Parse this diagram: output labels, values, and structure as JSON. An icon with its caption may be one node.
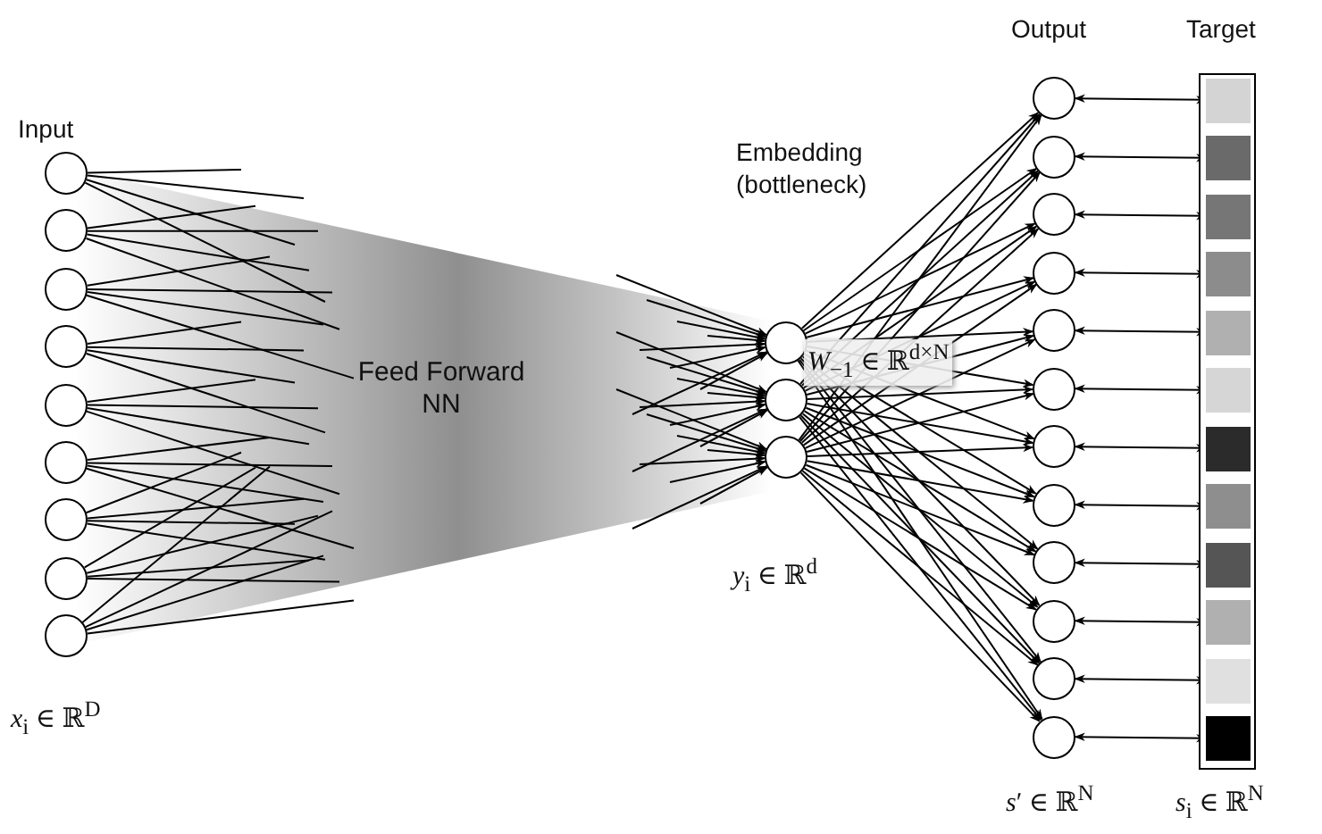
{
  "diagram": {
    "nodes": [
      {
        "text": [],
        "shape": "circle"
      },
      {
        "text": [],
        "shape": "circle"
      },
      {
        "text": [],
        "shape": "circle"
      },
      {
        "text": [],
        "shape": "circle"
      },
      {
        "text": [],
        "shape": "circle"
      },
      {
        "text": [],
        "shape": "circle"
      },
      {
        "text": [],
        "shape": "circle"
      },
      {
        "text": [],
        "shape": "circle"
      },
      {
        "text": [],
        "shape": "circle"
      },
      {
        "text": [
          "Feed Forward NN"
        ]
      },
      {
        "text": [],
        "shape": "circle"
      },
      {
        "text": [],
        "shape": "circle"
      },
      {
        "text": [],
        "shape": "circle"
      },
      {
        "text": [],
        "shape": "circle"
      },
      {
        "text": [],
        "shape": "circle"
      },
      {
        "text": [],
        "shape": "circle"
      },
      {
        "text": [],
        "shape": "circle"
      },
      {
        "text": [],
        "shape": "circle"
      },
      {
        "text": [],
        "shape": "circle"
      },
      {
        "text": [],
        "shape": "circle"
      },
      {
        "text": [],
        "shape": "circle"
      },
      {
        "text": [],
        "shape": "circle"
      },
      {
        "text": [],
        "shape": "circle"
      },
      {
        "text": [],
        "shape": "circle"
      },
      {
        "text": [],
        "shape": "circle"
      },
      {
        "text": [],
        "shape": "bar",
        "beside": [
          "*s*$_{i}$ ∈ ℝ$^{N}$"
        ]
      },
      {
        "text": [],
        "shape": "box",
        "in": 25
      },
      {
        "text": [],
        "shape": "box",
        "in": 25
      },
      {
        "text": [],
        "shape": "box",
        "in": 25
      },
      {
        "text": [],
        "shape": "box",
        "in": 25
      },
      {
        "text": [],
        "shape": "box",
        "in": 25
      },
      {
        "text": [],
        "shape": "box",
        "in": 25
      },
      {
        "text": [],
        "shape": "box",
        "in": 25
      },
      {
        "text": [],
        "shape": "box",
        "in": 25
      },
      {
        "text": [],
        "shape": "box",
        "in": 25
      },
      {
        "text": [],
        "shape": "box",
        "in": 25
      },
      {
        "text": [],
        "shape": "box",
        "in": 25
      },
      {
        "text": [],
        "shape": "box",
        "in": 25
      }
    ],
    "edges": [
      {
        "from": 0,
        "to": 9,
        "arrow": "none"
      },
      {
        "from": 0,
        "to": 9,
        "arrow": "none"
      },
      {
        "from": 0,
        "to": 9,
        "arrow": "none"
      },
      {
        "from": 0,
        "to": 9,
        "arrow": "none"
      },
      {
        "from": 1,
        "to": 9,
        "arrow": "none"
      },
      {
        "from": 1,
        "to": 9,
        "arrow": "none"
      },
      {
        "from": 1,
        "to": 9,
        "arrow": "none"
      },
      {
        "from": 1,
        "to": 9,
        "arrow": "none"
      },
      {
        "from": 2,
        "to": 9,
        "arrow": "none"
      },
      {
        "from": 2,
        "to": 9,
        "arrow": "none"
      },
      {
        "from": 2,
        "to": 9,
        "arrow": "none"
      },
      {
        "from": 2,
        "to": 9,
        "arrow": "none"
      },
      {
        "from": 3,
        "to": 9,
        "arrow": "none"
      },
      {
        "from": 3,
        "to": 9,
        "arrow": "none"
      },
      {
        "from": 3,
        "to": 9,
        "arrow": "none"
      },
      {
        "from": 3,
        "to": 9,
        "arrow": "none"
      },
      {
        "from": 4,
        "to": 9,
        "arrow": "none"
      },
      {
        "from": 4,
        "to": 9,
        "arrow": "none"
      },
      {
        "from": 4,
        "to": 9,
        "arrow": "none"
      },
      {
        "from": 4,
        "to": 9,
        "arrow": "none"
      },
      {
        "from": 5,
        "to": 9,
        "arrow": "none"
      },
      {
        "from": 5,
        "to": 9,
        "arrow": "none"
      },
      {
        "from": 5,
        "to": 9,
        "arrow": "none"
      },
      {
        "from": 5,
        "to": 9,
        "arrow": "none"
      },
      {
        "from": 6,
        "to": 9,
        "arrow": "none"
      },
      {
        "from": 6,
        "to": 9,
        "arrow": "none"
      },
      {
        "from": 6,
        "to": 9,
        "arrow": "none"
      },
      {
        "from": 6,
        "to": 9,
        "arrow": "none"
      },
      {
        "from": 7,
        "to": 9,
        "arrow": "none"
      },
      {
        "from": 7,
        "to": 9,
        "arrow": "none"
      },
      {
        "from": 7,
        "to": 9,
        "arrow": "none"
      },
      {
        "from": 7,
        "to": 9,
        "arrow": "none"
      },
      {
        "from": 8,
        "to": 9,
        "arrow": "none"
      },
      {
        "from": 8,
        "to": 9,
        "arrow": "none"
      },
      {
        "from": 8,
        "to": 9,
        "arrow": "none"
      },
      {
        "from": 8,
        "to": 9,
        "arrow": "none"
      },
      {
        "from": 9,
        "to": 10,
        "arrow": "to"
      },
      {
        "from": 9,
        "to": 10,
        "arrow": "to"
      },
      {
        "from": 9,
        "to": 10,
        "arrow": "to"
      },
      {
        "from": 9,
        "to": 10,
        "arrow": "to"
      },
      {
        "from": 9,
        "to": 10,
        "arrow": "to"
      },
      {
        "from": 9,
        "to": 10,
        "arrow": "to"
      },
      {
        "from": 9,
        "to": 10,
        "arrow": "to"
      },
      {
        "from": 9,
        "to": 10,
        "arrow": "to"
      },
      {
        "from": 9,
        "to": 11,
        "arrow": "to"
      },
      {
        "from": 9,
        "to": 11,
        "arrow": "to"
      },
      {
        "from": 9,
        "to": 11,
        "arrow": "to"
      },
      {
        "from": 9,
        "to": 11,
        "arrow": "to"
      },
      {
        "from": 9,
        "to": 11,
        "arrow": "to"
      },
      {
        "from": 9,
        "to": 11,
        "arrow": "to"
      },
      {
        "from": 9,
        "to": 11,
        "arrow": "to"
      },
      {
        "from": 9,
        "to": 11,
        "arrow": "to"
      },
      {
        "from": 9,
        "to": 12,
        "arrow": "to"
      },
      {
        "from": 9,
        "to": 12,
        "arrow": "to"
      },
      {
        "from": 9,
        "to": 12,
        "arrow": "to"
      },
      {
        "from": 9,
        "to": 12,
        "arrow": "to"
      },
      {
        "from": 9,
        "to": 12,
        "arrow": "to"
      },
      {
        "from": 9,
        "to": 12,
        "arrow": "to"
      },
      {
        "from": 9,
        "to": 12,
        "arrow": "to"
      },
      {
        "from": 9,
        "to": 12,
        "arrow": "to"
      },
      {
        "from": 10,
        "to": 13,
        "arrow": "to"
      },
      {
        "from": 10,
        "to": 14,
        "arrow": "to"
      },
      {
        "from": 10,
        "to": 15,
        "arrow": "to"
      },
      {
        "from": 10,
        "to": 16,
        "arrow": "to"
      },
      {
        "from": 10,
        "to": 17,
        "arrow": "to"
      },
      {
        "from": 10,
        "to": 18,
        "arrow": "to"
      },
      {
        "from": 10,
        "to": 19,
        "arrow": "to"
      },
      {
        "from": 10,
        "to": 20,
        "arrow": "to"
      },
      {
        "from": 10,
        "to": 21,
        "arrow": "to"
      },
      {
        "from": 10,
        "to": 22,
        "arrow": "to"
      },
      {
        "from": 10,
        "to": 23,
        "arrow": "to"
      },
      {
        "from": 10,
        "to": 24,
        "arrow": "to"
      },
      {
        "from": 11,
        "to": 13,
        "arrow": "to"
      },
      {
        "from": 11,
        "to": 14,
        "arrow": "to"
      },
      {
        "from": 11,
        "to": 15,
        "arrow": "to"
      },
      {
        "from": 11,
        "to": 16,
        "arrow": "to"
      },
      {
        "from": 11,
        "to": 17,
        "arrow": "to"
      },
      {
        "from": 11,
        "to": 18,
        "arrow": "to"
      },
      {
        "from": 11,
        "to": 19,
        "arrow": "to"
      },
      {
        "from": 11,
        "to": 20,
        "arrow": "to"
      },
      {
        "from": 11,
        "to": 21,
        "arrow": "to"
      },
      {
        "from": 11,
        "to": 22,
        "arrow": "to"
      },
      {
        "from": 11,
        "to": 23,
        "arrow": "to"
      },
      {
        "from": 11,
        "to": 24,
        "arrow": "to"
      },
      {
        "from": 12,
        "to": 13,
        "arrow": "to"
      },
      {
        "from": 12,
        "to": 14,
        "arrow": "to"
      },
      {
        "from": 12,
        "to": 15,
        "arrow": "to"
      },
      {
        "from": 12,
        "to": 16,
        "arrow": "to"
      },
      {
        "from": 12,
        "to": 17,
        "arrow": "to"
      },
      {
        "from": 12,
        "to": 18,
        "arrow": "to"
      },
      {
        "from": 12,
        "to": 19,
        "arrow": "to"
      },
      {
        "from": 12,
        "to": 20,
        "arrow": "to"
      },
      {
        "from": 12,
        "to": 21,
        "arrow": "to"
      },
      {
        "from": 12,
        "to": 22,
        "arrow": "to"
      },
      {
        "from": 12,
        "to": 23,
        "arrow": "to"
      },
      {
        "from": 12,
        "to": 24,
        "arrow": "to"
      },
      {
        "from": 13,
        "to": 26,
        "arrow": "both"
      },
      {
        "from": 14,
        "to": 27,
        "arrow": "both"
      },
      {
        "from": 15,
        "to": 28,
        "arrow": "both"
      },
      {
        "from": 16,
        "to": 29,
        "arrow": "both"
      },
      {
        "from": 17,
        "to": 30,
        "arrow": "both"
      },
      {
        "from": 18,
        "to": 31,
        "arrow": "both"
      },
      {
        "from": 19,
        "to": 32,
        "arrow": "both"
      },
      {
        "from": 20,
        "to": 33,
        "arrow": "both"
      },
      {
        "from": 21,
        "to": 34,
        "arrow": "both"
      },
      {
        "from": 22,
        "to": 35,
        "arrow": "both"
      },
      {
        "from": 23,
        "to": 36,
        "arrow": "both"
      },
      {
        "from": 24,
        "to": 37,
        "arrow": "both"
      }
    ],
    "labels": [
      "Output",
      "Target",
      "Input",
      "Embedding (bottleneck)",
      "*W*$_{−1}$ ∈ ℝ$^{d×N}$",
      "*y*$_{i}$ ∈ ℝ$^{d}$",
      "*x*$_{i}$ ∈ ℝ$^{D}$",
      "*s*′ ∈ ℝ$^{N}$"
    ]
  }
}
